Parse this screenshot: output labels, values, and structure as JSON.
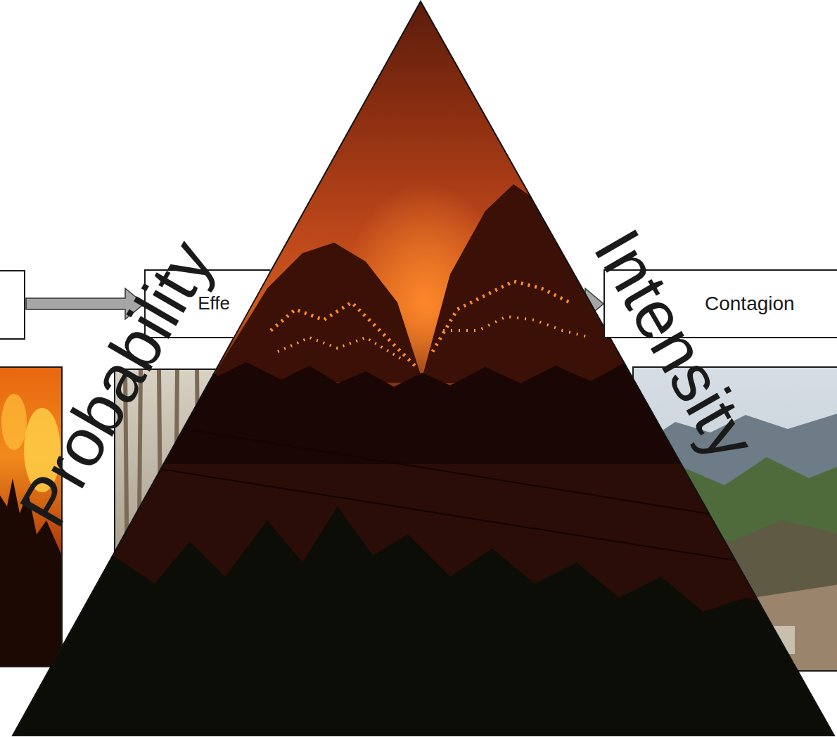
{
  "diagram": {
    "nodes": [
      {
        "text": [
          "Effe"
        ]
      },
      {
        "text": [
          "Contagion"
        ]
      }
    ],
    "edges": [
      {
        "from": 0,
        "to": 1,
        "arrow": "to"
      }
    ],
    "labels": [
      "Probability",
      "Intensity"
    ]
  }
}
